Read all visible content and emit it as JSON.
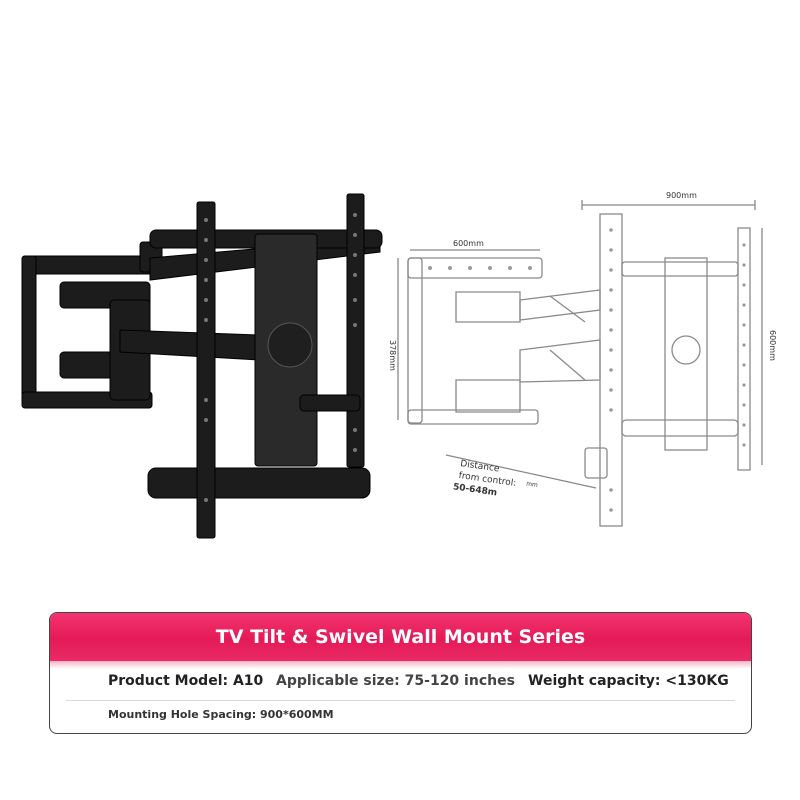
{
  "drawing": {
    "width_label": "900mm",
    "inner_width_label": "600mm",
    "height_label": "600mm",
    "left_height_label": "378mm",
    "distance_label_1": "Distance",
    "distance_label_2": "from control:",
    "distance_label_3": "50-648m",
    "distance_unit": "mm"
  },
  "card": {
    "title": "TV Tilt & Swivel Wall Mount Series",
    "model": "Product Model: A10",
    "size": "Applicable size: 75-120 inches",
    "weight": "Weight capacity: <130KG",
    "spacing": "Mounting Hole Spacing: 900*600MM"
  },
  "colors": {
    "header": "#e41a58",
    "product": "#1b1b1b",
    "line_drawing": "#8a8a8a"
  }
}
